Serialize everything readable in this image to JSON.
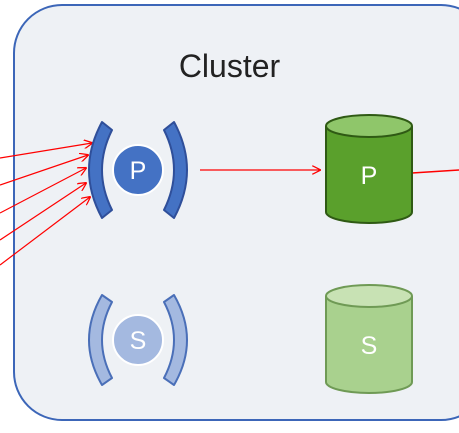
{
  "cluster": {
    "title": "Cluster"
  },
  "primary_endpoint": {
    "label": "P"
  },
  "secondary_endpoint": {
    "label": "S"
  },
  "primary_database": {
    "label": "P"
  },
  "secondary_database": {
    "label": "S"
  },
  "colors": {
    "cluster_fill": "#eef1f5",
    "cluster_border": "#3c66b8",
    "primary_endpoint": "#4472c4",
    "primary_endpoint_dark": "#2f4f9a",
    "secondary_endpoint": "#a4b9e0",
    "secondary_endpoint_border": "#4a6fb8",
    "primary_db": "#5aa02c",
    "primary_db_top": "#8fc66a",
    "primary_db_border": "#2f5a14",
    "secondary_db": "#a9d18e",
    "secondary_db_top": "#c8e2b4",
    "secondary_db_border": "#6f9a55",
    "connection_line": "#ff0000"
  }
}
